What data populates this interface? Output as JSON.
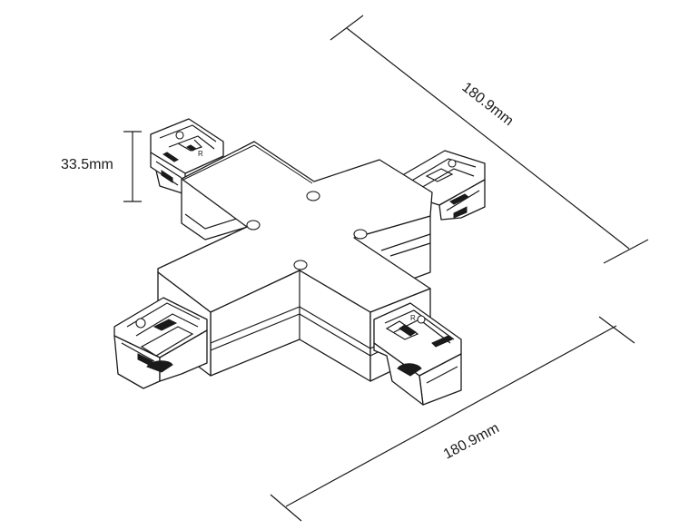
{
  "dimensions": {
    "height_label": "33.5mm",
    "top_length_label": "180.9mm",
    "bottom_length_label": "180.9mm"
  },
  "terminal_markings": {
    "top_left": "R",
    "bottom_right": "R"
  },
  "colors": {
    "line": "#1a1a1a",
    "fill": "#ffffff"
  }
}
